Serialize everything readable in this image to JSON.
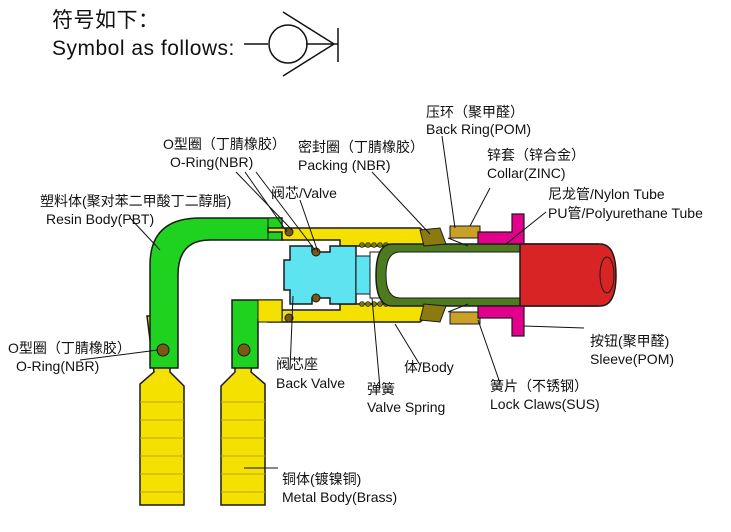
{
  "header": {
    "title_cn": "符号如下：",
    "title_en": "Symbol as follows:"
  },
  "labels": {
    "back_ring": {
      "cn": "压环（聚甲醛）",
      "en": "Back Ring(POM)"
    },
    "oring_top": {
      "cn": "O型圈（丁腈橡胶）",
      "en": "O-Ring(NBR)"
    },
    "packing": {
      "cn": "密封圈（丁腈橡胶）",
      "en": "Packing (NBR)"
    },
    "collar": {
      "cn": "锌套（锌合金）",
      "en": "Collar(ZINC)"
    },
    "valve": {
      "text": "阀芯/Valve"
    },
    "tube": {
      "line1": "尼龙管/Nylon Tube",
      "line2": "PU管/Polyurethane Tube"
    },
    "resin_body": {
      "cn": "塑料体(聚对苯二甲酸丁二醇脂)",
      "en": "Resin Body(PBT)"
    },
    "oring_left": {
      "cn": "O型圈（丁腈橡胶）",
      "en": "O-Ring(NBR)"
    },
    "sleeve": {
      "cn": "按钮(聚甲醛)",
      "en": "Sleeve(POM)"
    },
    "back_valve": {
      "cn": "阀芯座",
      "en": "Back Valve"
    },
    "body": {
      "text": "体/Body"
    },
    "valve_spring": {
      "cn": "弹簧",
      "en": "Valve Spring"
    },
    "lock_claws": {
      "cn": "簧片（不锈钢）",
      "en": "Lock Claws(SUS)"
    },
    "metal_body": {
      "cn": "铜体(镀镍铜)",
      "en": "Metal Body(Brass)"
    }
  },
  "colors": {
    "resin_green": "#1fd21f",
    "brass_yellow": "#f4e100",
    "valve_cyan": "#5ee3f0",
    "sleeve_magenta": "#e2008c",
    "tube_red": "#d82424",
    "tube_dark_green": "#4e7a20",
    "collar_gold": "#c9a028",
    "packing_olive": "#8a7a10",
    "outline": "#1a1a1a"
  }
}
